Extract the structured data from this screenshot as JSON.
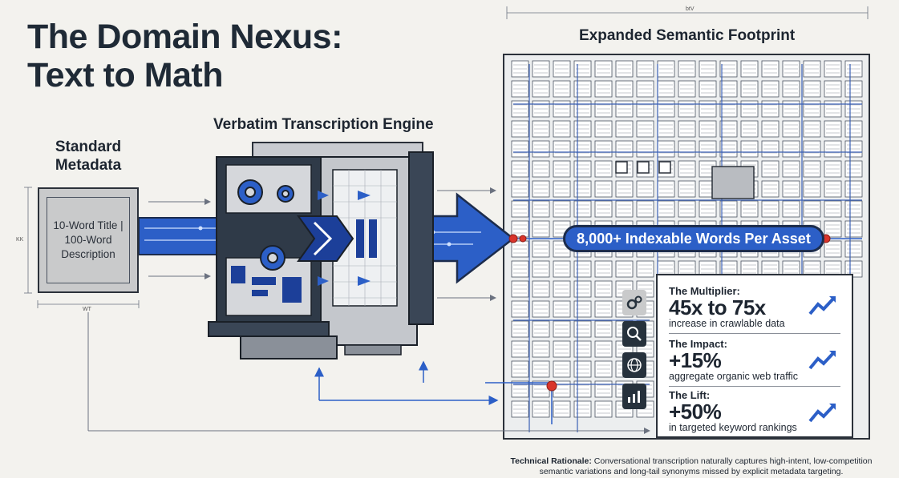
{
  "title_line1": "The Domain Nexus:",
  "title_line2": "Text to Math",
  "engine": {
    "label": "Verbatim Transcription Engine"
  },
  "metadata": {
    "label_line1": "Standard",
    "label_line2": "Metadata",
    "text_line1": "10-Word Title |",
    "text_line2": "100-Word",
    "text_line3": "Description",
    "dim_width": "WT",
    "dim_height": "KK"
  },
  "footprint": {
    "label": "Expanded Semantic Footprint",
    "dim_top": "btV"
  },
  "badge": {
    "text": "8,000+ Indexable Words Per Asset"
  },
  "stats": [
    {
      "label": "The Multiplier:",
      "value": "45x to 75x",
      "desc": "increase in crawlable data"
    },
    {
      "label": "The Impact:",
      "value": "+15%",
      "desc": "aggregate organic web traffic"
    },
    {
      "label": "The Lift:",
      "value": "+50%",
      "desc": "in targeted keyword rankings"
    }
  ],
  "side_icons": [
    "gears-icon",
    "magnifier-chart-icon",
    "globe-icon",
    "bar-chart-icon"
  ],
  "rationale": {
    "label": "Technical Rationale:",
    "text_line1": " Conversational transcription naturally captures high-intent, low-competition",
    "text_line2": "semantic variations and long-tail synonyms missed by explicit metadata targeting."
  },
  "colors": {
    "accent": "#2c5fc7",
    "dark": "#26313c",
    "node": "#d9342b",
    "background": "#f3f2ee"
  }
}
